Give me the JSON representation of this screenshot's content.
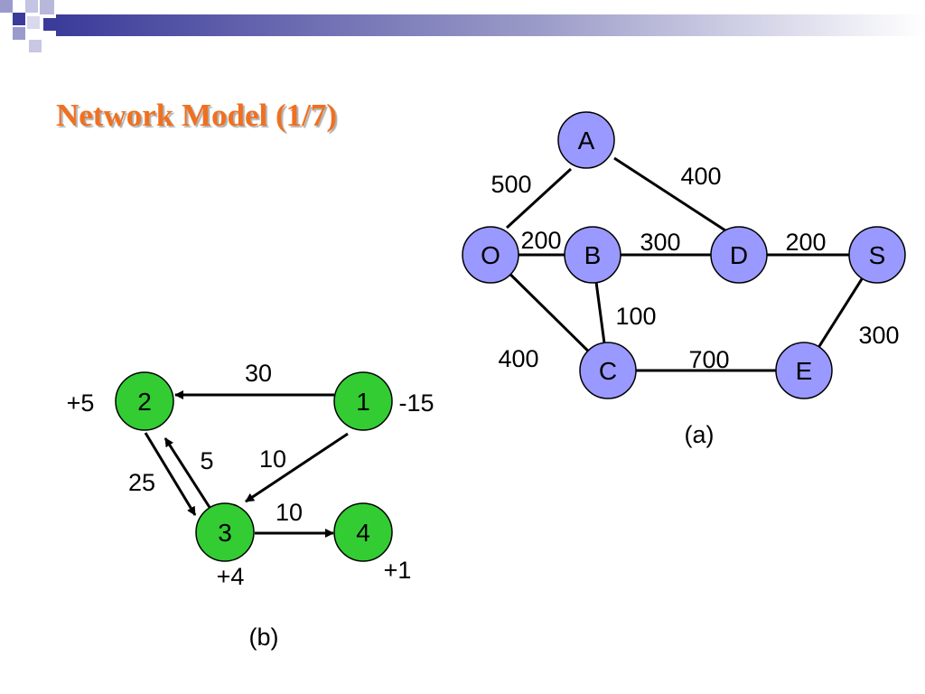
{
  "slide": {
    "title": "Network Model (1/7)"
  },
  "colors": {
    "title": "#f07020",
    "node_a_fill": "#9999ff",
    "node_b_fill": "#33cc33",
    "bar_dark": "#3b3b9a"
  },
  "diagram_a": {
    "caption": "(a)",
    "nodes": [
      {
        "id": "A",
        "label": "A"
      },
      {
        "id": "O",
        "label": "O"
      },
      {
        "id": "B",
        "label": "B"
      },
      {
        "id": "D",
        "label": "D"
      },
      {
        "id": "S",
        "label": "S"
      },
      {
        "id": "C",
        "label": "C"
      },
      {
        "id": "E",
        "label": "E"
      }
    ],
    "edges": [
      {
        "from": "O",
        "to": "A",
        "weight": "500"
      },
      {
        "from": "A",
        "to": "D",
        "weight": "400"
      },
      {
        "from": "O",
        "to": "B",
        "weight": "200"
      },
      {
        "from": "B",
        "to": "D",
        "weight": "300"
      },
      {
        "from": "D",
        "to": "S",
        "weight": "200"
      },
      {
        "from": "B",
        "to": "C",
        "weight": "100"
      },
      {
        "from": "O",
        "to": "C",
        "weight": "400"
      },
      {
        "from": "C",
        "to": "E",
        "weight": "700"
      },
      {
        "from": "E",
        "to": "S",
        "weight": "300"
      }
    ]
  },
  "diagram_b": {
    "caption": "(b)",
    "nodes": [
      {
        "id": "1",
        "label": "1",
        "supply": "-15"
      },
      {
        "id": "2",
        "label": "2",
        "supply": "+5"
      },
      {
        "id": "3",
        "label": "3",
        "supply": "+4"
      },
      {
        "id": "4",
        "label": "4",
        "supply": "+1"
      }
    ],
    "arcs": [
      {
        "from": "1",
        "to": "2",
        "cost": "30"
      },
      {
        "from": "1",
        "to": "3",
        "cost": "10"
      },
      {
        "from": "2",
        "to": "3",
        "cost": "25"
      },
      {
        "from": "3",
        "to": "2",
        "cost": "5"
      },
      {
        "from": "3",
        "to": "4",
        "cost": "10"
      }
    ]
  }
}
